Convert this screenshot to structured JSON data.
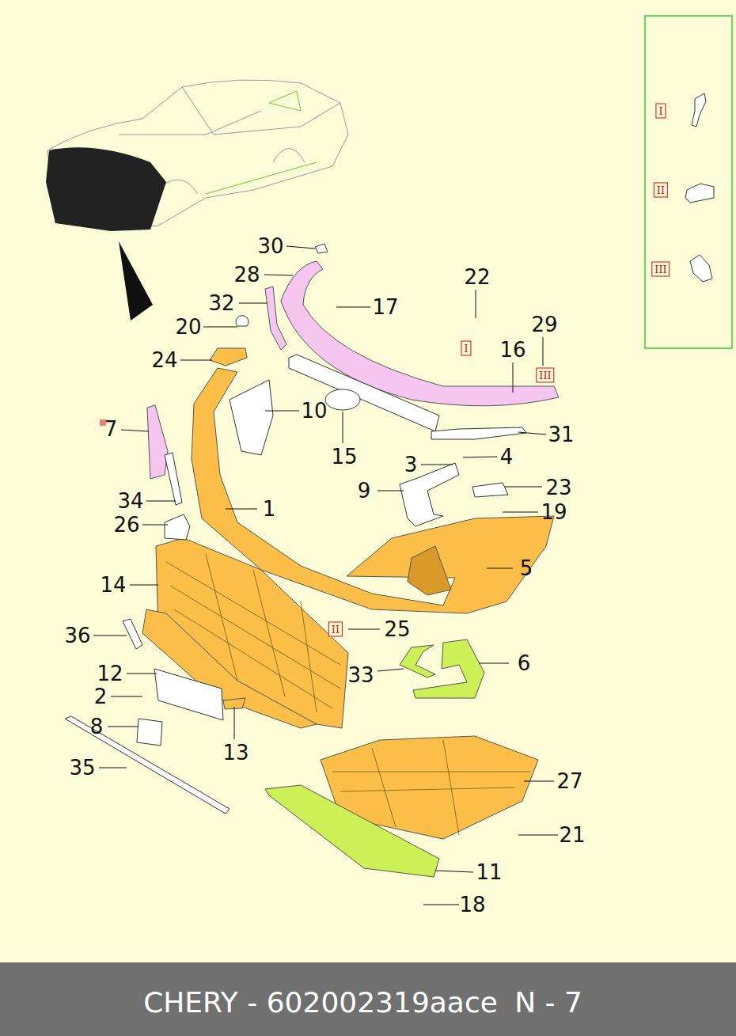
{
  "diagram": {
    "caption": "CHERY - 602002319aace",
    "nodes": [
      {
        "text": [
          "I"
        ]
      },
      {
        "text": [
          "II"
        ]
      },
      {
        "text": [
          "III"
        ]
      },
      {
        "text": [
          "III"
        ]
      },
      {
        "text": [
          "I"
        ]
      },
      {
        "text": [
          "II"
        ]
      }
    ],
    "labels": [
      "30",
      "28",
      "22",
      "32",
      "17",
      "20",
      "29",
      "16",
      "24",
      "10",
      "7",
      "31",
      "15",
      "3",
      "4",
      "23",
      "9",
      "19",
      "1",
      "34",
      "26",
      "5",
      "14",
      "25",
      "36",
      "33",
      "6",
      "12",
      "2",
      "8",
      "13",
      "35",
      "27",
      "21",
      "11",
      "18",
      "N - 7"
    ]
  }
}
